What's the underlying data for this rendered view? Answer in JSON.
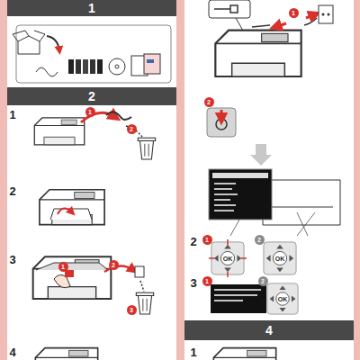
{
  "diagram": {
    "nodes": [
      {
        "text": [
          "1"
        ]
      },
      {
        "text": [
          "2"
        ]
      },
      {
        "text": [
          "4"
        ]
      }
    ],
    "labels": [
      "1",
      "1",
      "2",
      "2",
      "3",
      "1",
      "2",
      "3",
      "4",
      "1",
      "2",
      "2",
      "1",
      "OK",
      "2",
      "OK",
      "3",
      "1",
      "2",
      "OK",
      "1"
    ]
  }
}
